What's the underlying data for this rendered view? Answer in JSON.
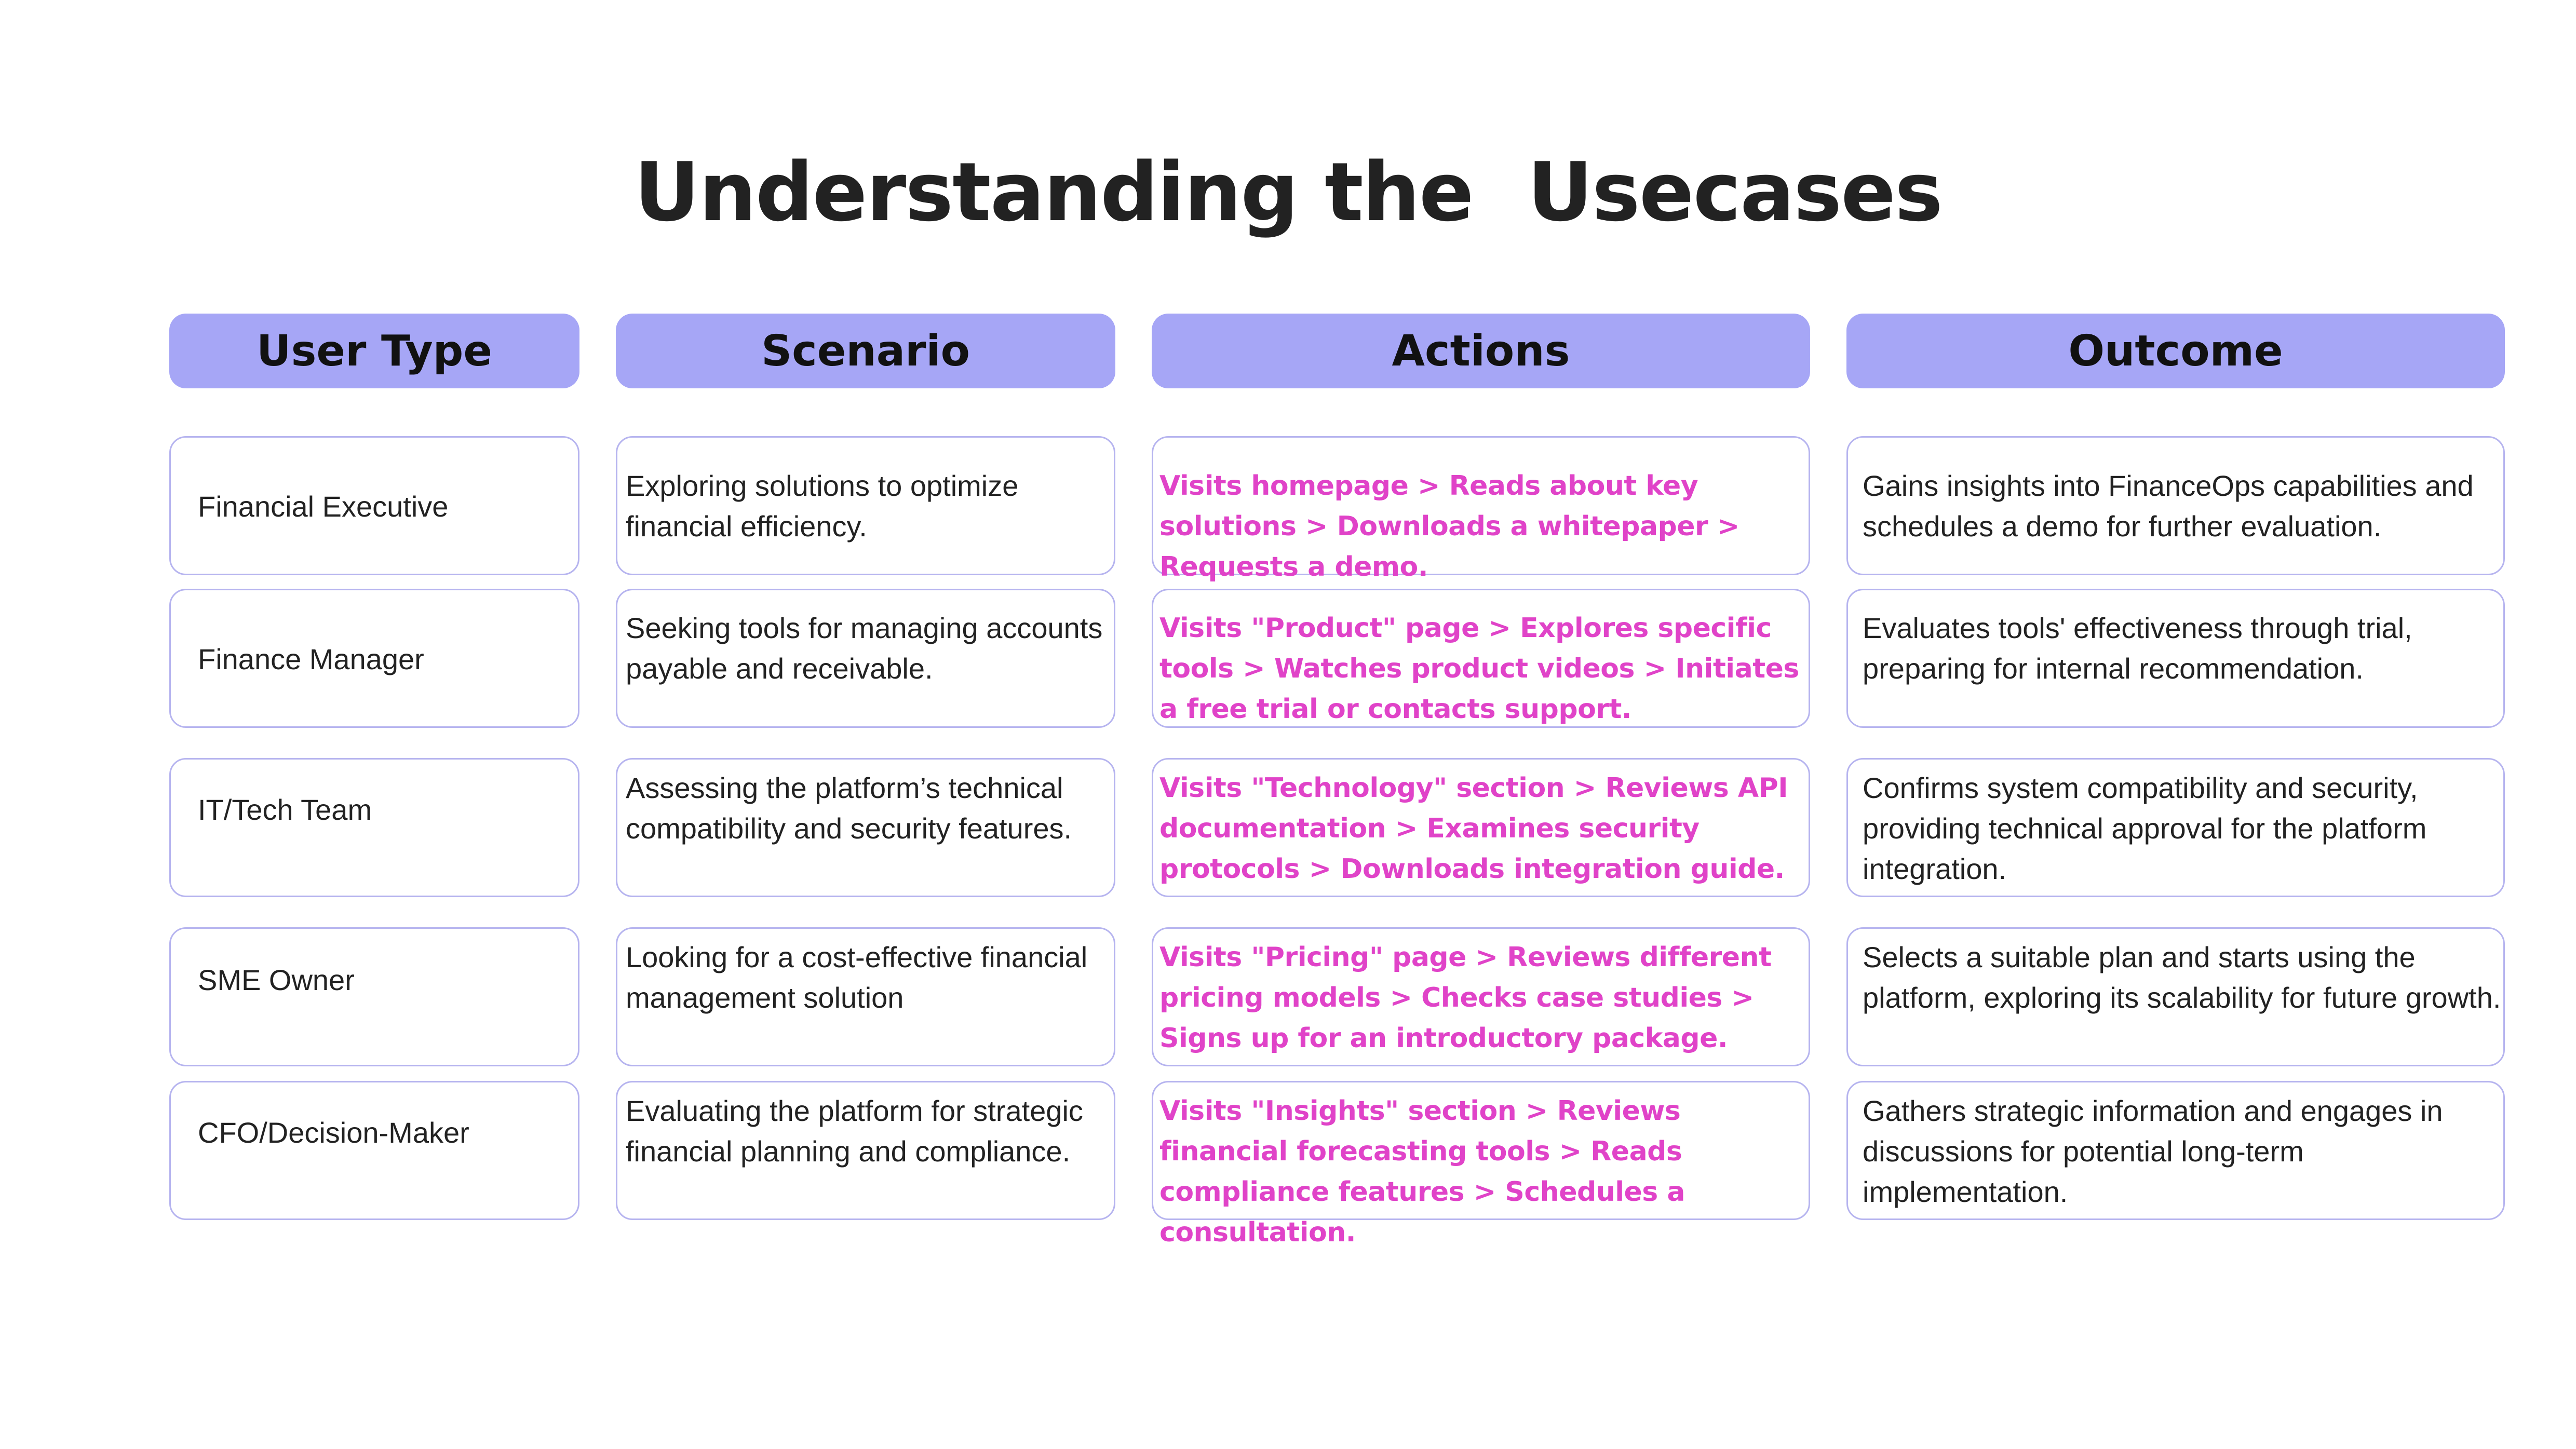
{
  "title": "Understanding the  Usecases",
  "headers": {
    "user_type": "User Type",
    "scenario": "Scenario",
    "actions": "Actions",
    "outcome": "Outcome"
  },
  "colors": {
    "header_bg": "#a6a6f6",
    "cell_border": "#b6b4ef",
    "action_text": "#e043c8"
  },
  "rows": [
    {
      "user_type": "Financial Executive",
      "scenario": "Exploring solutions to optimize financial efficiency.",
      "actions": "Visits homepage > Reads about key solutions > Downloads a whitepaper > Requests a demo.",
      "outcome": "Gains insights into FinanceOps capabilities and schedules a demo for further evaluation."
    },
    {
      "user_type": "Finance Manager",
      "scenario": "Seeking tools for managing accounts payable and receivable.",
      "actions": "Visits \"Product\" page > Explores specific tools > Watches product videos > Initiates a free trial or contacts support.",
      "outcome": "Evaluates tools' effectiveness through trial, preparing for internal recommendation."
    },
    {
      "user_type": "IT/Tech Team",
      "scenario": "Assessing the platform’s technical compatibility and security features.",
      "actions": "Visits \"Technology\" section > Reviews API documentation > Examines security protocols > Downloads integration guide.",
      "outcome": "Confirms system compatibility and security, providing technical approval for the platform integration."
    },
    {
      "user_type": "SME Owner",
      "scenario": "Looking for a cost-effective financial management solution",
      "actions": "Visits \"Pricing\" page > Reviews different pricing models > Checks case studies > Signs up for an introductory package.",
      "outcome": "Selects a suitable plan and starts using the platform, exploring its scalability for future growth."
    },
    {
      "user_type": "CFO/Decision-Maker",
      "scenario": "Evaluating the platform for strategic financial planning and compliance.",
      "actions": "Visits \"Insights\" section > Reviews financial forecasting tools > Reads compliance features > Schedules a consultation.",
      "outcome": "Gathers strategic information and engages in discussions for potential long-term implementation."
    }
  ]
}
